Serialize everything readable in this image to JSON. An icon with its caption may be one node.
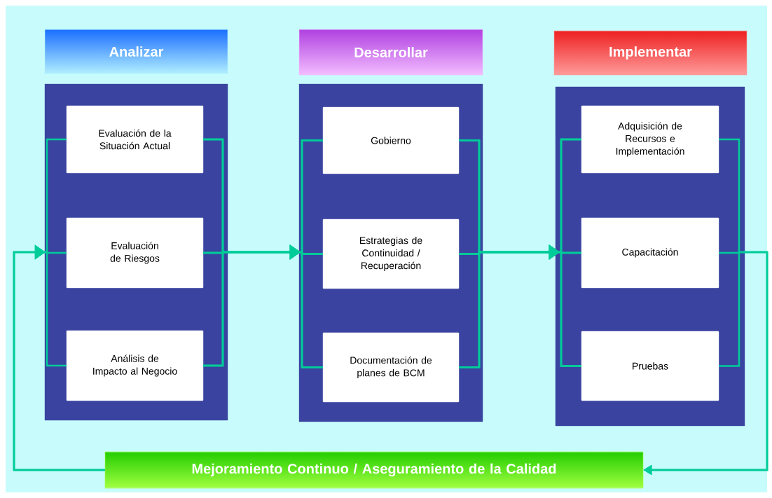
{
  "diagram": {
    "nodes": [
      {
        "text": [
          "Analizar"
        ]
      },
      {
        "text": [],
        "shape": "box"
      },
      {
        "text": [
          "Evaluación de la Situación Actual"
        ],
        "in": 1
      },
      {
        "text": [
          "Evaluación de Riesgos"
        ],
        "in": 1
      },
      {
        "text": [
          "Análisis de Impacto al Negocio"
        ],
        "in": 1
      },
      {
        "text": [
          "Desarrollar"
        ]
      },
      {
        "text": [],
        "shape": "box"
      },
      {
        "text": [
          "Gobierno"
        ],
        "in": 6
      },
      {
        "text": [
          "Estrategias de Continuidad / Recuperación"
        ],
        "in": 6
      },
      {
        "text": [
          "Documentación de planes de BCM"
        ],
        "in": 6
      },
      {
        "text": [
          "Implementar"
        ]
      },
      {
        "text": [],
        "shape": "box"
      },
      {
        "text": [
          "Adquisición de Recursos e Implementación"
        ],
        "in": 11
      },
      {
        "text": [
          "Capacitación"
        ],
        "in": 11
      },
      {
        "text": [
          "Pruebas"
        ],
        "in": 11
      },
      {
        "text": [
          "Mejoramiento Continuo / Aseguramiento de la Calidad"
        ]
      }
    ],
    "edges": [
      {
        "from": 2,
        "to": 7,
        "arrow": "to"
      },
      {
        "from": 2,
        "to": 8,
        "arrow": "to"
      },
      {
        "from": 2,
        "to": 9,
        "arrow": "to"
      },
      {
        "from": 3,
        "to": 7,
        "arrow": "to"
      },
      {
        "from": 3,
        "to": 8,
        "arrow": "to"
      },
      {
        "from": 3,
        "to": 9,
        "arrow": "to"
      },
      {
        "from": 4,
        "to": 7,
        "arrow": "to"
      },
      {
        "from": 4,
        "to": 8,
        "arrow": "to"
      },
      {
        "from": 4,
        "to": 9,
        "arrow": "to"
      },
      {
        "from": 7,
        "to": 12,
        "arrow": "to"
      },
      {
        "from": 7,
        "to": 13,
        "arrow": "to"
      },
      {
        "from": 7,
        "to": 14,
        "arrow": "to"
      },
      {
        "from": 8,
        "to": 12,
        "arrow": "to"
      },
      {
        "from": 8,
        "to": 13,
        "arrow": "to"
      },
      {
        "from": 8,
        "to": 14,
        "arrow": "to"
      },
      {
        "from": 9,
        "to": 12,
        "arrow": "to"
      },
      {
        "from": 9,
        "to": 13,
        "arrow": "to"
      },
      {
        "from": 9,
        "to": 14,
        "arrow": "to"
      },
      {
        "from": 12,
        "to": 15,
        "arrow": "to"
      },
      {
        "from": 13,
        "to": 15,
        "arrow": "to"
      },
      {
        "from": 14,
        "to": 15,
        "arrow": "to"
      },
      {
        "from": 15,
        "to": 2,
        "arrow": "to"
      },
      {
        "from": 15,
        "to": 3,
        "arrow": "to"
      },
      {
        "from": 15,
        "to": 4,
        "arrow": "to"
      }
    ]
  }
}
